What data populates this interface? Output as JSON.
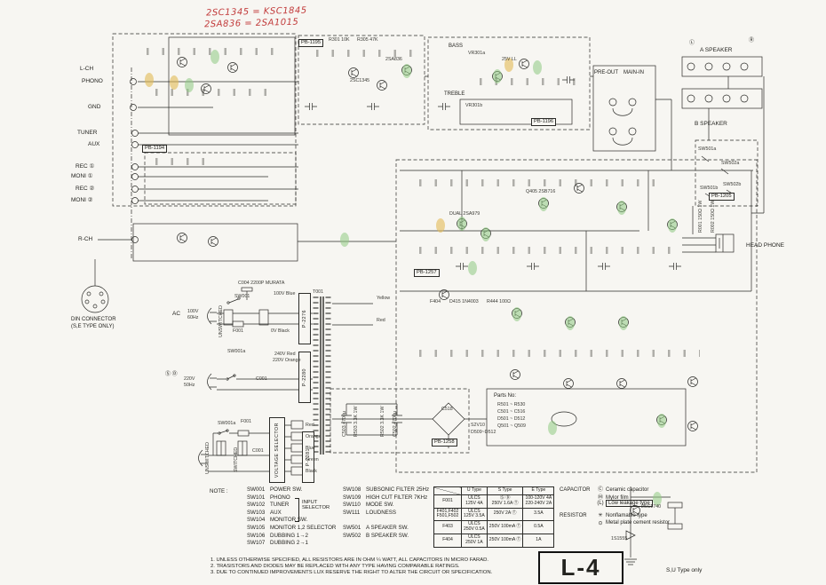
{
  "colors": {
    "paper": "#f7f6f2",
    "line": "#2b2b28",
    "annotation_red": "#c23b3b",
    "highlight_green": "#8fca82",
    "highlight_yellow": "#e2bb55"
  },
  "handwritten": {
    "line1": "2SC1345 = KSC1845",
    "line2": "2SA836 = 2SA1015"
  },
  "inputs": {
    "l_ch": "L-CH",
    "phono": "PHONO",
    "gnd": "GND",
    "tuner": "TUNER",
    "aux": "AUX",
    "rec1": "REC ①",
    "moni1": "MONI ①",
    "rec2": "REC ②",
    "moni2": "MONI ②",
    "r_ch": "R-CH"
  },
  "boards": {
    "pb1194": "PB-1194",
    "pb1195": "PB-1195",
    "pb1196": "PB-1196",
    "pb1257": "PB-1257",
    "pb1258": "PB-1258",
    "pb1205": "PB-1205",
    "p2276": "P-2276",
    "p2280": "P-2280",
    "p2281": "P-2281"
  },
  "outputs": {
    "left": "Ⓛ",
    "right": "Ⓡ",
    "a_speaker": "A SPEAKER",
    "b_speaker": "B SPEAKER",
    "pre_out": "PRE-OUT",
    "main_in": "MAIN-IN",
    "head_phone": "HEAD PHONE"
  },
  "tone": {
    "bass": "BASS",
    "treble": "TREBLE",
    "vr_a": "VR301a",
    "vr_b": "VR301b"
  },
  "din": {
    "title": "DIN CONNECTOR",
    "subtitle": "(S,E TYPE ONLY)"
  },
  "ac1": {
    "ac": "AC",
    "volts": "100V",
    "hz": "60Hz",
    "unswitched": "UNSWITCHED",
    "sw": "SW001",
    "cap": "C004 2200P MURATA",
    "fuse": "F001",
    "wire_hot": "100V Blue",
    "wire_neutral": "0V Black",
    "transformer": "T001"
  },
  "ac2": {
    "type": "Ⓢ Ⓓ",
    "volts": "220V",
    "hz": "50Hz",
    "sw": "SW001a",
    "wire_a": "240V Red",
    "wire_b": "220V Orange",
    "cap": "C001"
  },
  "ac3": {
    "sw": "SW001a",
    "fuse": "F001",
    "unswitched": "UNSWITCHED",
    "switched": "SWITCHED",
    "cap": "C001",
    "selector": "VOLTAGE SELECTOR",
    "wire1": "Red",
    "wire2": "Orange",
    "wire3": "Blue",
    "wire4": "Green",
    "wire5": "Black"
  },
  "parts_box": {
    "title": "Parts No:",
    "line1": "R501 ~ R530",
    "line2": "C501 ~ C516",
    "line3": "D501 ~ D512",
    "line4": "Q501 ~ Q509"
  },
  "components": {
    "r301": "R301 10K",
    "r305": "R305 47K",
    "q_c1345": "2SC1345",
    "q_a836": "2SA836",
    "q_dual": "DUAL 2SA979",
    "q_b716": "Q405 2SB716",
    "f404": "F404",
    "d415": "D415 1N4003",
    "r444": "R444 100Ω",
    "bridge": "S2V10",
    "bridge_d": "D509~D512",
    "c503": "C503 4700µ",
    "r503": "R503 3.3K 1W",
    "r502": "R502 3.3K 1W",
    "c502": "C502 4700µ",
    "r001": "R001 150Ω 1W",
    "r002": "R002 150Ω 1W",
    "q_c1740": "2SC1740",
    "d_1s1555": "1S1555",
    "wire_yellow": "Yellow",
    "wire_red": "Red",
    "sw501a": "SW501a",
    "sw502a": "SW502a",
    "sw501b": "SW501b",
    "sw502b": "SW502b",
    "c518": "C518",
    "c401": "25V LL"
  },
  "notes": {
    "title": "NOTE :",
    "col1": [
      {
        "id": "SW001",
        "label": "POWER SW."
      },
      {
        "id": "SW101",
        "label": "PHONO"
      },
      {
        "id": "SW102",
        "label": "TUNER"
      },
      {
        "id": "SW103",
        "label": "AUX"
      },
      {
        "id": "SW104",
        "label": "MONITOR SW."
      },
      {
        "id": "SW105",
        "label": "MONITOR 1,2 SELECTOR"
      },
      {
        "id": "SW106",
        "label": "DUBBING 1→2"
      },
      {
        "id": "SW107",
        "label": "DUBBING 2→1"
      }
    ],
    "input_selector": "INPUT\nSELECTOR",
    "col2": [
      {
        "id": "SW108",
        "label": "SUBSONIC FILTER 25Hz"
      },
      {
        "id": "SW109",
        "label": "HIGH CUT FILTER 7KHz"
      },
      {
        "id": "SW110",
        "label": "MODE SW."
      },
      {
        "id": "SW111",
        "label": "LOUDNESS"
      },
      {
        "id": "SW501",
        "label": "A SPEAKER SW."
      },
      {
        "id": "SW502",
        "label": "B SPEAKER SW."
      }
    ],
    "numbered": [
      "1. UNLESS OTHERWISE SPECIFIED, ALL RESISTORS ARE IN OHM ¼ WATT, ALL CAPACITORS IN MICRO FARAD.",
      "2. TRASISTORS AND DIODES MAY BE REPLACED WITH ANY TYPE HAVING COMPARABLE RATINGS.",
      "3. DUE TO CONTINUED IMPROVEMENTS LUX RESERVE THE RIGHT TO ALTER THE CIRCUIT OR SPECIFICATION."
    ]
  },
  "fuse_table": {
    "headers": [
      "",
      "U Type",
      "S Type",
      "E Type"
    ],
    "rows": [
      {
        "name": "F001",
        "u": "ULCS\n125V 4A",
        "s": "Ⓢ Ⓓ\n250V 1.6A Ⓣ",
        "e": "100-120V 4A\n220-240V 2A"
      },
      {
        "name": "F401,F402\nF501,F502",
        "u": "ULCS\n125V 3.5A",
        "s": "250V 2A Ⓣ",
        "e": "3.5A"
      },
      {
        "name": "F403",
        "u": "ULCS\n250V 0.5A",
        "s": "250V 100mA Ⓣ",
        "e": "0.5A"
      },
      {
        "name": "F404",
        "u": "ULCS\n250V 1A",
        "s": "250V 100mA Ⓣ",
        "e": "1A"
      }
    ]
  },
  "legend": {
    "capacitor_title": "CAPACITOR",
    "cap_items": [
      {
        "sym": "Ⓒ",
        "label": "Ceramic capacitor"
      },
      {
        "sym": "Ⓜ",
        "label": "Mylor film"
      },
      {
        "sym": "(L)",
        "label": "Low leakage type"
      }
    ],
    "resistor_title": "RESISTOR",
    "res_items": [
      {
        "sym": "✳",
        "label": "Nonflamable type"
      },
      {
        "sym": "⊙",
        "label": "Metal plate cement resistor"
      }
    ]
  },
  "logo": "L-4",
  "type_note": "S,U Type only"
}
